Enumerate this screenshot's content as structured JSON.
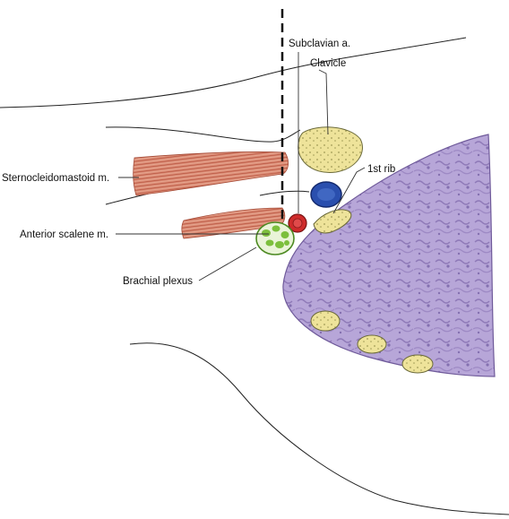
{
  "labels": {
    "subclavian_artery": "Subclavian a.",
    "clavicle": "Clavicle",
    "first_rib": "1st rib",
    "sternocleidomastoid": "Sternocleidomastoid m.",
    "anterior_scalene": "Anterior scalene m.",
    "brachial_plexus": "Brachial plexus"
  },
  "colors": {
    "lung": "#b7a6d8",
    "lung_texture": "#8f7ab8",
    "bone": "#eee39a",
    "bone_outline": "#6b6a3a",
    "artery": "#cf2b2b",
    "vein": "#2a4fae",
    "nerve": "#7cbf3c",
    "muscle": "#d9826b",
    "muscle_stripe": "#b8543f"
  }
}
